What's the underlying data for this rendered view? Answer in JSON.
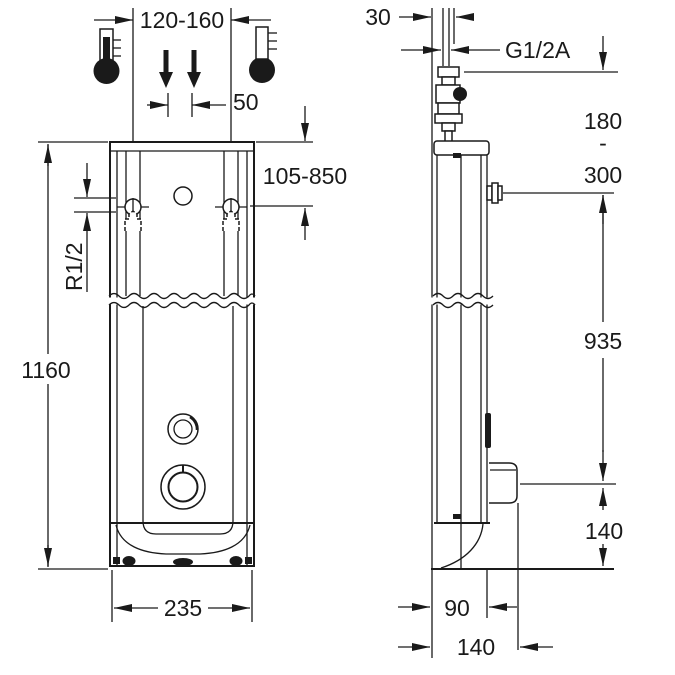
{
  "colors": {
    "line": "#1a1a1a",
    "background": "#ffffff"
  },
  "icons": {
    "hot": "thermometer-filled-icon",
    "cold": "thermometer-empty-icon",
    "inlet": "down-arrows-icon"
  },
  "front_view": {
    "pipe_spacing": "120-160",
    "inlet_spacing": "50",
    "connection_height": "105-850",
    "thread": "R1/2",
    "total_height": "1160",
    "width": "235"
  },
  "side_view": {
    "wall_offset": "30",
    "outlet_thread": "G1/2A",
    "outlet_height_min": "180",
    "range_separator": "-",
    "outlet_height_max": "300",
    "panel_height": "935",
    "base_height": "140",
    "body_depth": "90",
    "total_depth": "140"
  }
}
